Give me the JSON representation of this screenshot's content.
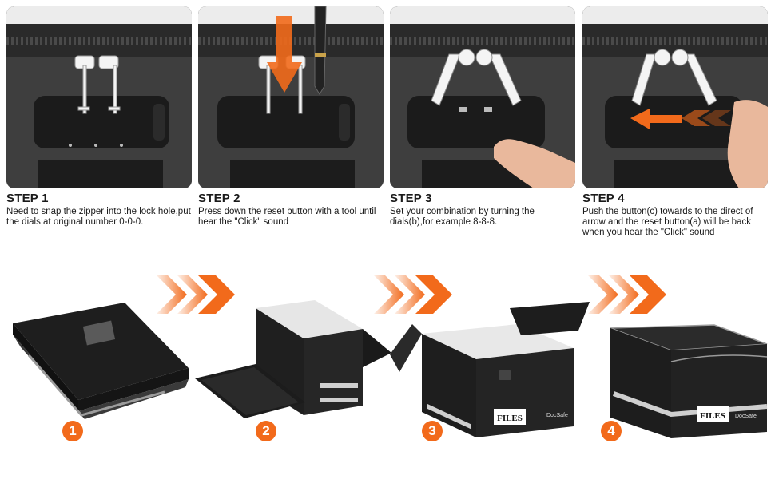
{
  "steps": [
    {
      "title": "STEP 1",
      "desc": "Need to snap the zipper into the lock hole,put the dials at original number 0-0-0."
    },
    {
      "title": "STEP 2",
      "desc": "Press down the reset button with a tool until hear the \"Click\" sound"
    },
    {
      "title": "STEP 3",
      "desc": "Set your combination by turning the dials(b),for example 8-8-8."
    },
    {
      "title": "STEP 4",
      "desc": "Push the button(c) towards to the direct of arrow and the reset button(a) will be back when you hear the \"Click\" sound"
    }
  ],
  "assembly": {
    "badges": [
      "1",
      "2",
      "3",
      "4"
    ],
    "label_files": "FILES",
    "brand": "DocSafe"
  },
  "colors": {
    "accent_orange": "#f26a1b",
    "box_black": "#1e1e1e",
    "panel_gray": "#3c3c3c",
    "reflective_strip": "#cfcfcf"
  }
}
